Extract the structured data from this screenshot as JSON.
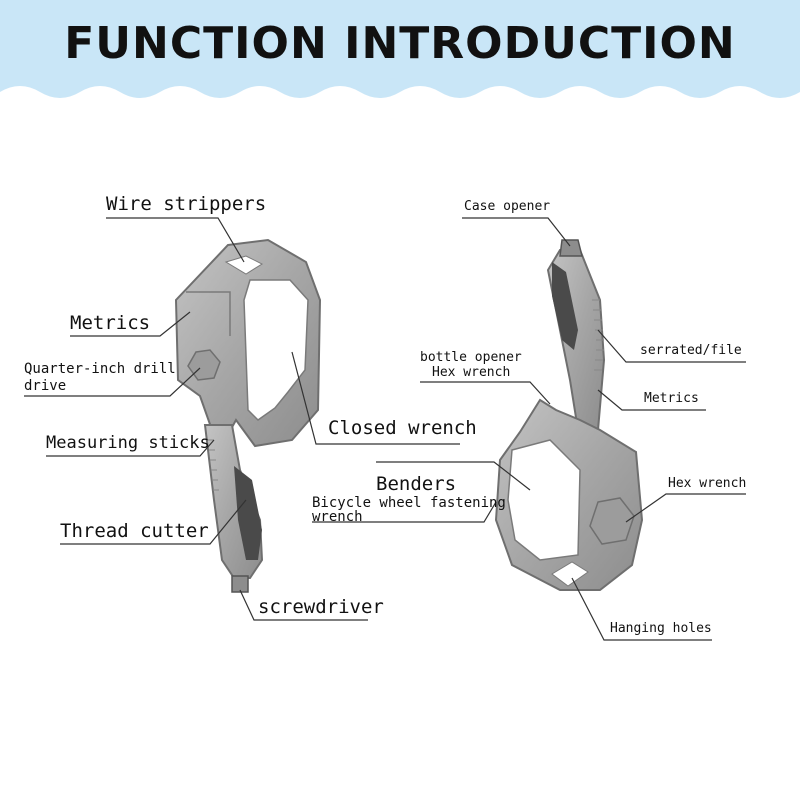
{
  "title": "FUNCTION INTRODUCTION",
  "colors": {
    "banner": "#c9e6f7",
    "tool_body": "#a9a9a9",
    "tool_edge": "#6f6f6f",
    "grip": "#4a4a4a",
    "leader": "#333333"
  },
  "labels": {
    "wire_strippers": "Wire strippers",
    "metrics_left": "Metrics",
    "quarter_inch_line1": "Quarter-inch drill",
    "quarter_inch_line2": "drive",
    "measuring_sticks": "Measuring sticks",
    "thread_cutter": "Thread cutter",
    "screwdriver": "screwdriver",
    "closed_wrench": "Closed wrench",
    "benders": "Benders",
    "bicycle_line1": "Bicycle wheel fastening",
    "bicycle_line2": "wrench",
    "case_opener": "Case opener",
    "serrated_file": "serrated/file",
    "bottle_opener": "bottle opener",
    "hex_wrench_top": "Hex wrench",
    "metrics_right": "Metrics",
    "hex_wrench_right": "Hex wrench",
    "hanging_holes": "Hanging holes"
  }
}
